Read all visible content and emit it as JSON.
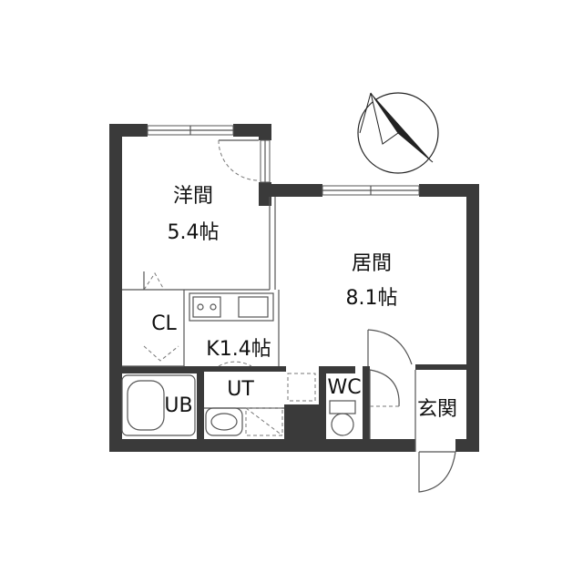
{
  "rooms": {
    "western": {
      "name": "洋間",
      "size": "5.4帖"
    },
    "living": {
      "name": "居間",
      "size": "8.1帖"
    },
    "closet": {
      "name": "CL"
    },
    "kitchen": {
      "name": "K1.4帖"
    },
    "utility": {
      "name": "UT"
    },
    "bath": {
      "name": "UB"
    },
    "toilet": {
      "name": "WC"
    },
    "entrance": {
      "name": "玄関"
    }
  },
  "colors": {
    "wall": "#3a3a3a",
    "line": "#555555"
  },
  "icons": {
    "north": "north-arrow-icon"
  }
}
